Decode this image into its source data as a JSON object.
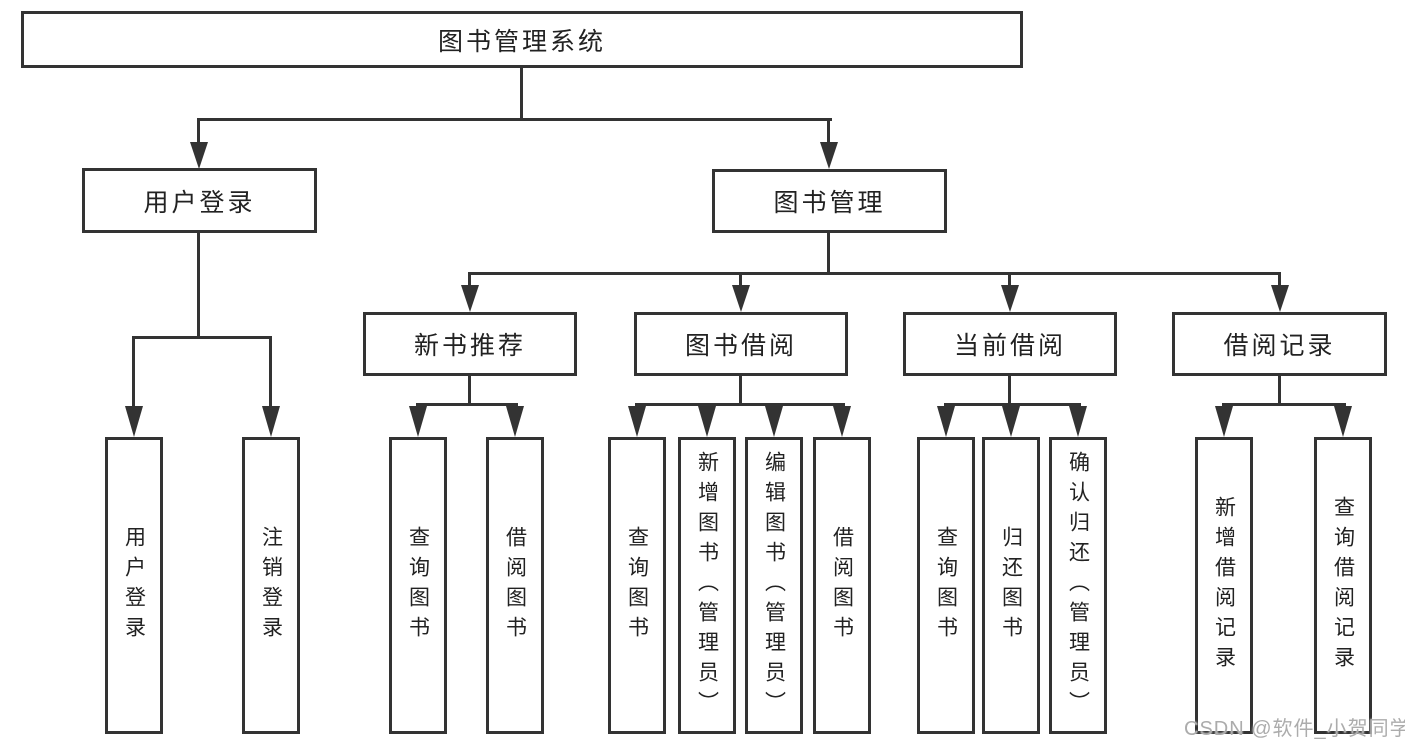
{
  "diagram": {
    "type": "hierarchy-tree",
    "title": "图书管理系统"
  },
  "nodes": {
    "root": {
      "label": "图书管理系统"
    },
    "user_login": {
      "label": "用户登录"
    },
    "book_mgmt": {
      "label": "图书管理"
    },
    "leaf_user_login": {
      "label": "用户登录"
    },
    "leaf_logout": {
      "label": "注销登录"
    },
    "new_book_rec": {
      "label": "新书推荐"
    },
    "book_borrow": {
      "label": "图书借阅"
    },
    "current_borrow": {
      "label": "当前借阅"
    },
    "borrow_record": {
      "label": "借阅记录"
    },
    "nbr_query": {
      "label": "查询图书"
    },
    "nbr_borrow": {
      "label": "借阅图书"
    },
    "bb_query": {
      "label": "查询图书"
    },
    "bb_add": {
      "label": "新增图书（管理员）"
    },
    "bb_edit": {
      "label": "编辑图书（管理员）"
    },
    "bb_borrow": {
      "label": "借阅图书"
    },
    "cb_query": {
      "label": "查询图书"
    },
    "cb_return": {
      "label": "归还图书"
    },
    "cb_confirm": {
      "label": "确认归还（管理员）"
    },
    "br_add": {
      "label": "新增借阅记录"
    },
    "br_query": {
      "label": "查询借阅记录"
    }
  },
  "edges": [
    {
      "from": "图书管理系统",
      "to": "用户登录"
    },
    {
      "from": "图书管理系统",
      "to": "图书管理"
    },
    {
      "from": "用户登录",
      "to": "用户登录"
    },
    {
      "from": "用户登录",
      "to": "注销登录"
    },
    {
      "from": "图书管理",
      "to": "新书推荐"
    },
    {
      "from": "图书管理",
      "to": "图书借阅"
    },
    {
      "from": "图书管理",
      "to": "当前借阅"
    },
    {
      "from": "图书管理",
      "to": "借阅记录"
    },
    {
      "from": "新书推荐",
      "to": "查询图书"
    },
    {
      "from": "新书推荐",
      "to": "借阅图书"
    },
    {
      "from": "图书借阅",
      "to": "查询图书"
    },
    {
      "from": "图书借阅",
      "to": "新增图书（管理员）"
    },
    {
      "from": "图书借阅",
      "to": "编辑图书（管理员）"
    },
    {
      "from": "图书借阅",
      "to": "借阅图书"
    },
    {
      "from": "当前借阅",
      "to": "查询图书"
    },
    {
      "from": "当前借阅",
      "to": "归还图书"
    },
    {
      "from": "当前借阅",
      "to": "确认归还（管理员）"
    },
    {
      "from": "借阅记录",
      "to": "新增借阅记录"
    },
    {
      "from": "借阅记录",
      "to": "查询借阅记录"
    }
  ],
  "watermark": {
    "text": "CSDN @软件_小贺同学"
  },
  "colors": {
    "line": "#333333",
    "text": "#222222",
    "background": "#ffffff",
    "watermark": "#acacac"
  }
}
